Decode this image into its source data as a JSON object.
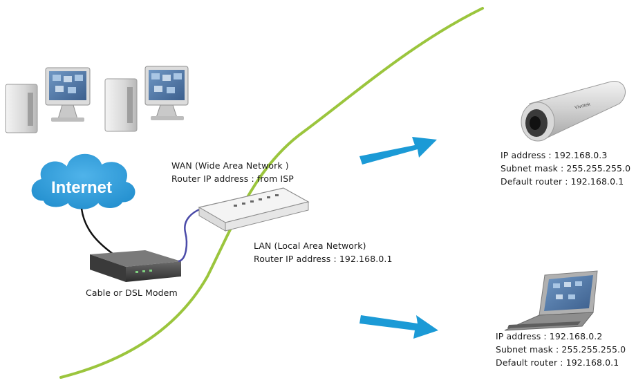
{
  "internet": {
    "label": "Internet"
  },
  "modem": {
    "caption": "Cable or DSL Modem"
  },
  "wan": {
    "line1": "WAN (Wide Area Network )",
    "line2": "Router IP address : from ISP"
  },
  "lan": {
    "line1": "LAN (Local Area Network)",
    "line2": "Router IP address : 192.168.0.1"
  },
  "camera": {
    "brand": "Vivotek",
    "ip": "IP  address : 192.168.0.3",
    "subnet": "Subnet mask : 255.255.255.0",
    "router": "Default router : 192.168.0.1"
  },
  "laptop": {
    "ip": "IP  address : 192.168.0.2",
    "subnet": "Subnet mask : 255.255.255.0",
    "router": "Default router : 192.168.0.1"
  },
  "colors": {
    "divider": "#9bc53d",
    "arrow": "#1b9ad6",
    "cloud": "#2f9fdc",
    "lan_cable": "#4a4aa8"
  }
}
